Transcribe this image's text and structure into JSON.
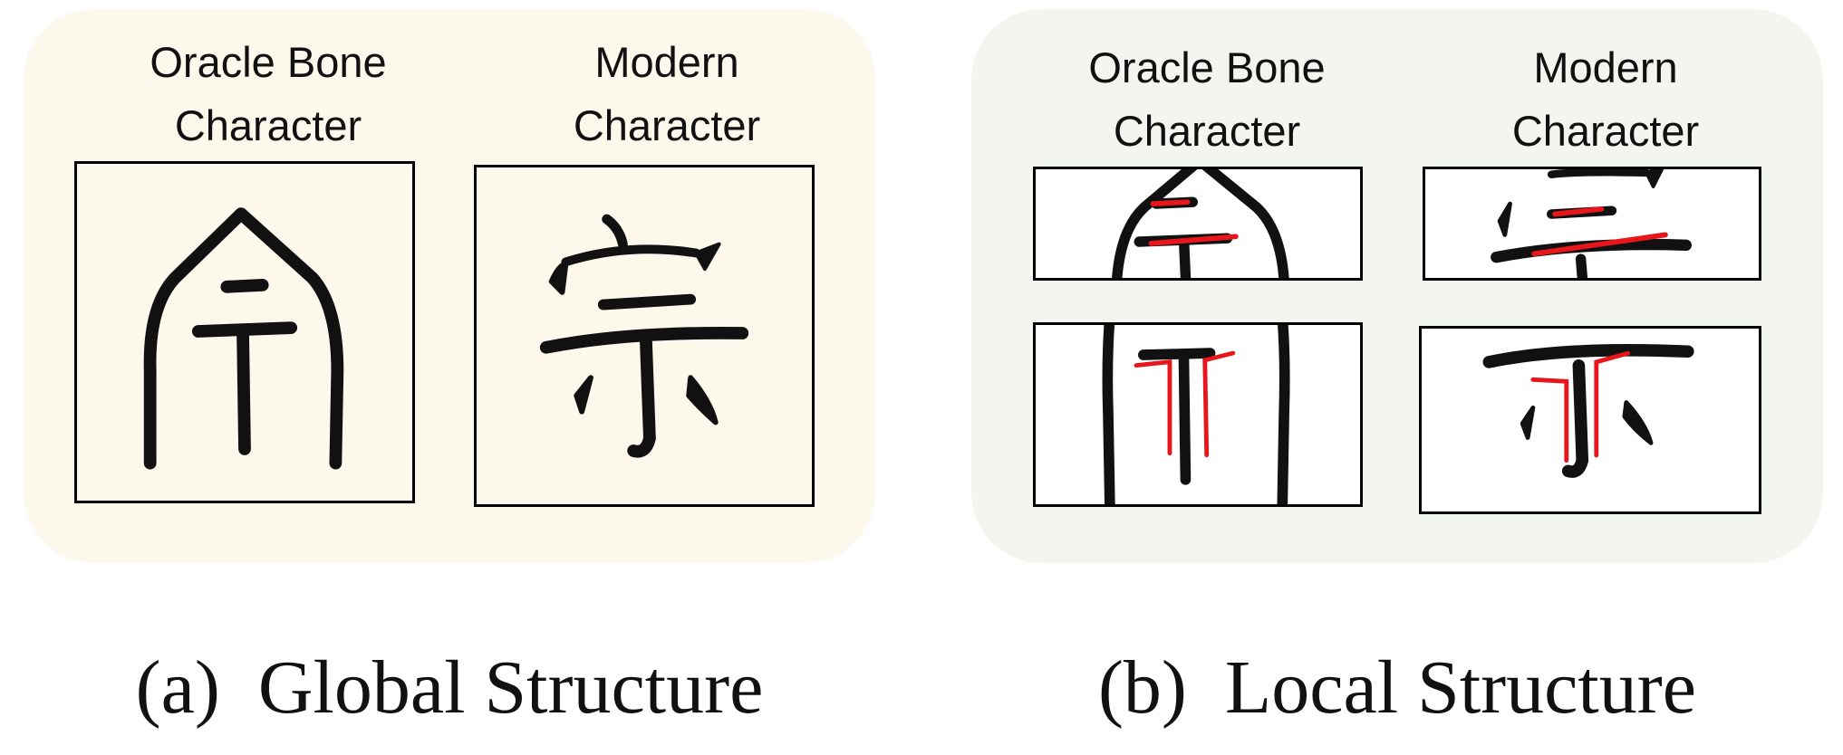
{
  "panels": {
    "global": {
      "oracle_label": "Oracle Bone\nCharacter",
      "modern_label": "Modern\nCharacter",
      "caption_tag": "(a)",
      "caption_text": "Global Structure",
      "background": "#fdf8ec"
    },
    "local": {
      "oracle_label": "Oracle Bone\nCharacter",
      "modern_label": "Modern\nCharacter",
      "caption_tag": "(b)",
      "caption_text": "Local Structure",
      "background": "#f2f6ef",
      "highlight_color": "#e8161b"
    }
  }
}
